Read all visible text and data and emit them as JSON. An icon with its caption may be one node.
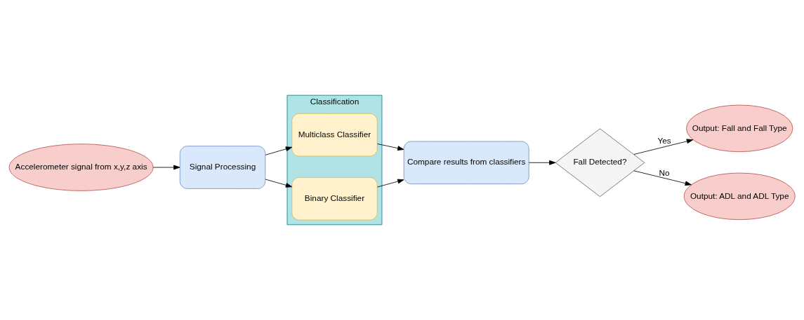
{
  "diagram": {
    "nodes": [
      {
        "text": [
          "Accelerometer signal from x,y,z axis"
        ]
      },
      {
        "text": [
          "Signal Processing"
        ]
      },
      {
        "text": [
          "Classification"
        ]
      },
      {
        "text": [
          "Multiclass Classifier"
        ],
        "in": 2
      },
      {
        "text": [
          "Binary Classifier"
        ],
        "in": 2
      },
      {
        "text": [
          "Compare results from classifiers"
        ]
      },
      {
        "text": [
          "Fall Detected?"
        ]
      },
      {
        "text": [
          "Output: Fall and Fall Type"
        ]
      },
      {
        "text": [
          "Output: ADL and ADL Type"
        ]
      }
    ],
    "edges": [
      {
        "from": 0,
        "to": 1,
        "arrow": "to"
      },
      {
        "from": 1,
        "to": 3,
        "arrow": "to"
      },
      {
        "from": 1,
        "to": 4,
        "arrow": "to"
      },
      {
        "from": 3,
        "to": 5,
        "arrow": "to"
      },
      {
        "from": 4,
        "to": 5,
        "arrow": "to"
      },
      {
        "from": 5,
        "to": 6,
        "arrow": "to"
      },
      {
        "from": 6,
        "to": 7,
        "label": "Yes",
        "arrow": "to"
      },
      {
        "from": 6,
        "to": 8,
        "label": "No",
        "arrow": "to"
      }
    ]
  }
}
